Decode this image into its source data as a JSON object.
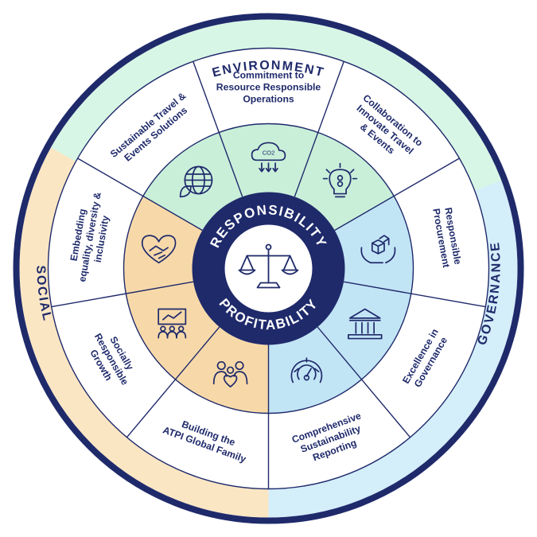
{
  "colors": {
    "navy": "#1f2a6b",
    "environment": "#d8f6e6",
    "environment_inner": "#c9efd9",
    "social": "#fbe6c4",
    "social_inner": "#f7d9a9",
    "governance": "#d4eefa",
    "governance_inner": "#c2e5f6"
  },
  "pillars": {
    "environment": "ENVIRONMENT",
    "social": "SOCIAL",
    "governance": "GOVERNANCE"
  },
  "center": {
    "top": "RESPONSIBILITY",
    "bottom": "PROFITABILITY",
    "icon": "scales-icon"
  },
  "segments": [
    {
      "lines": [
        "Commitment to",
        "Resource Responsible",
        "Operations"
      ],
      "icon": "co2-cloud-icon",
      "pillar": "environment"
    },
    {
      "lines": [
        "Collaboration to",
        "Innovate Travel",
        "& Events"
      ],
      "icon": "lightbulb-idea-icon",
      "pillar": "environment"
    },
    {
      "lines": [
        "Responsible",
        "Procurement"
      ],
      "icon": "hands-boxes-icon",
      "pillar": "governance"
    },
    {
      "lines": [
        "Excellence in",
        "Governance"
      ],
      "icon": "institution-icon",
      "pillar": "governance"
    },
    {
      "lines": [
        "Comprehensive",
        "Sustainability",
        "Reporting"
      ],
      "icon": "gauge-icon",
      "pillar": "governance"
    },
    {
      "lines": [
        "Building the",
        "ATPI Global Family"
      ],
      "icon": "family-hearts-icon",
      "pillar": "social"
    },
    {
      "lines": [
        "Socially",
        "Responsible",
        "Growth"
      ],
      "icon": "presentation-icon",
      "pillar": "social"
    },
    {
      "lines": [
        "Embedding",
        "equality, diversity &",
        "inclusivity"
      ],
      "icon": "heart-handshake-icon",
      "pillar": "social"
    },
    {
      "lines": [
        "Sustainable Travel &",
        "Events Solutions"
      ],
      "icon": "globe-leaf-icon",
      "pillar": "environment"
    }
  ]
}
